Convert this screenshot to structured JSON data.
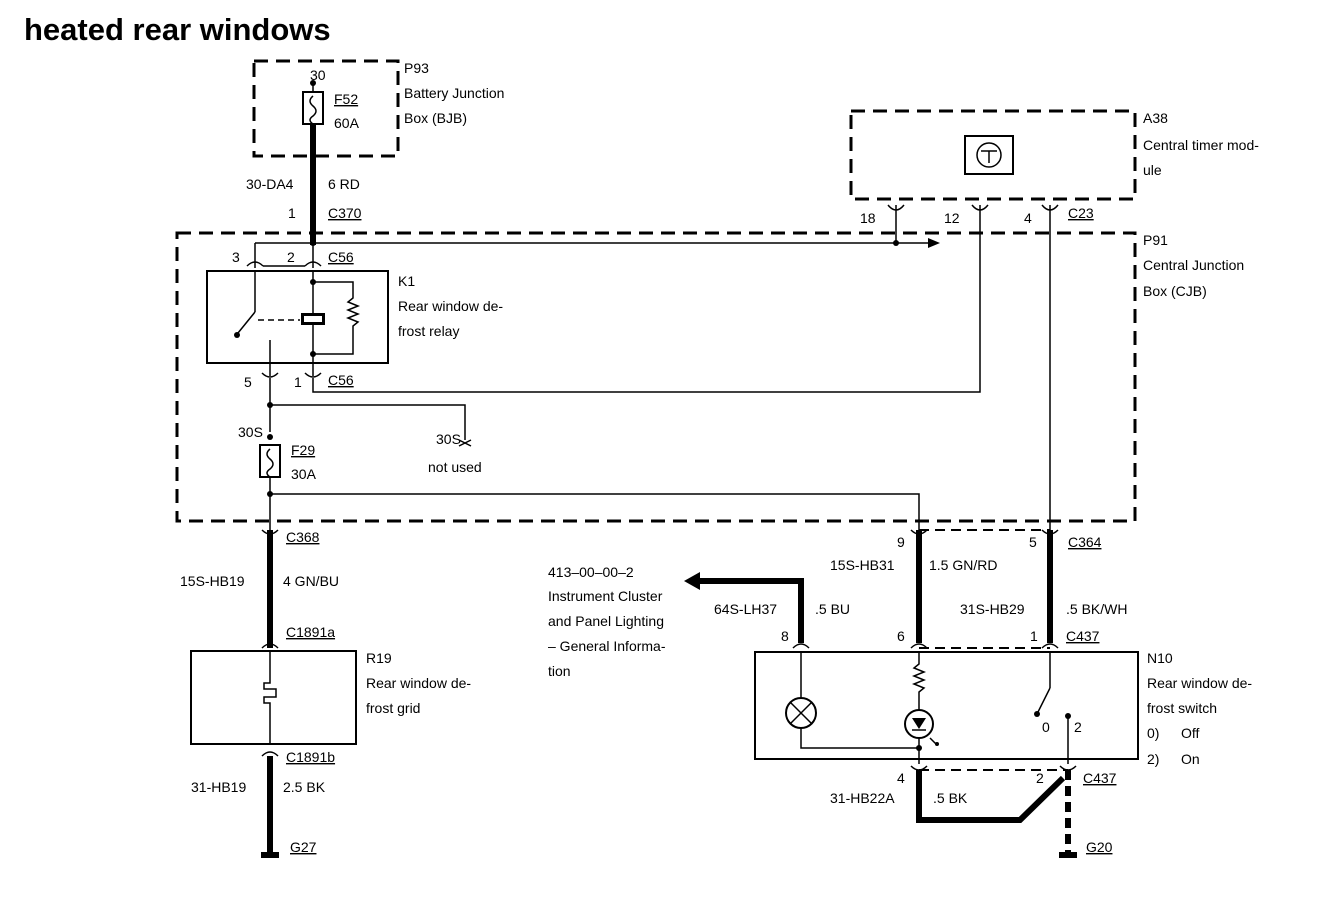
{
  "title": "heated rear windows",
  "components": {
    "p93": {
      "id": "P93",
      "line1": "Battery Junction",
      "line2": "Box (BJB)",
      "pin": "30",
      "fuse": "F52",
      "rating": "60A"
    },
    "a38": {
      "id": "A38",
      "line1": "Central timer mod-",
      "line2": "ule"
    },
    "p91": {
      "id": "P91",
      "line1": "Central Junction",
      "line2": "Box (CJB)"
    },
    "k1": {
      "id": "K1",
      "line1": "Rear window de-",
      "line2": "frost relay"
    },
    "f29": {
      "fuse": "F29",
      "rating": "30A",
      "pin": "30S"
    },
    "not_used": {
      "pin": "30S",
      "label": "not used"
    },
    "r19": {
      "id": "R19",
      "line1": "Rear window de-",
      "line2": "frost grid"
    },
    "n10": {
      "id": "N10",
      "line1": "Rear window de-",
      "line2": "frost switch",
      "pos_off_num": "0)",
      "pos_off": "Off",
      "pos_on_num": "2)",
      "pos_on": "On",
      "sw_0": "0",
      "sw_2": "2"
    },
    "ref": {
      "line1": "413–00–00–2",
      "line2": "Instrument Cluster",
      "line3": "and Panel Lighting",
      "line4": "– General Informa-",
      "line5": "tion"
    }
  },
  "connectors": {
    "c370": "C370",
    "c56_top": "C56",
    "c56_bot": "C56",
    "c23": "C23",
    "c368": "C368",
    "c1891a": "C1891a",
    "c1891b": "C1891b",
    "c364": "C364",
    "c437_top": "C437",
    "c437_bot": "C437",
    "g27": "G27",
    "g20": "G20"
  },
  "pins": {
    "c370": "1",
    "k1_3": "3",
    "k1_2": "2",
    "k1_5": "5",
    "k1_1": "1",
    "a38_18": "18",
    "a38_12": "12",
    "a38_4": "4",
    "c364_9": "9",
    "c364_5": "5",
    "n10_8": "8",
    "n10_6": "6",
    "n10_1": "1",
    "n10_4": "4",
    "n10_2": "2"
  },
  "wires": {
    "w1": {
      "circuit": "30-DA4",
      "spec": "6 RD"
    },
    "w2": {
      "circuit": "15S-HB19",
      "spec": "4 GN/BU"
    },
    "w3": {
      "circuit": "31-HB19",
      "spec": "2.5 BK"
    },
    "w4": {
      "circuit": "15S-HB31",
      "spec": "1.5 GN/RD"
    },
    "w5": {
      "circuit": "64S-LH37",
      "spec": ".5 BU"
    },
    "w6": {
      "circuit": "31S-HB29",
      "spec": ".5 BK/WH"
    },
    "w7": {
      "circuit": "31-HB22A",
      "spec": ".5 BK"
    }
  }
}
